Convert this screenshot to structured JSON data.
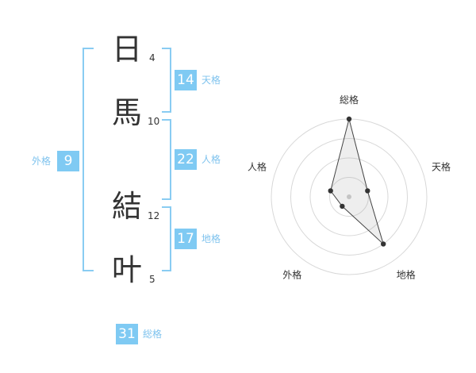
{
  "name": {
    "chars": [
      {
        "char": "日",
        "strokes": "4"
      },
      {
        "char": "馬",
        "strokes": "10"
      },
      {
        "char": "結",
        "strokes": "12"
      },
      {
        "char": "叶",
        "strokes": "5"
      }
    ]
  },
  "grids": {
    "tenkaku": {
      "value": "14",
      "label": "天格"
    },
    "jinkaku": {
      "value": "22",
      "label": "人格"
    },
    "chikaku": {
      "value": "17",
      "label": "地格"
    },
    "gaikaku": {
      "value": "9",
      "label": "外格"
    },
    "soukaku": {
      "value": "31",
      "label": "総格"
    }
  },
  "colors": {
    "accent": "#7fcaf3",
    "bracket": "#89ccf2",
    "label": "#7fc3ee",
    "text": "#333333"
  },
  "chart_data": {
    "type": "radar",
    "axes": [
      "総格",
      "天格",
      "地格",
      "外格",
      "人格"
    ],
    "values": [
      4,
      1,
      3,
      0.6,
      1
    ],
    "range": [
      0,
      4
    ],
    "rings": 4
  }
}
